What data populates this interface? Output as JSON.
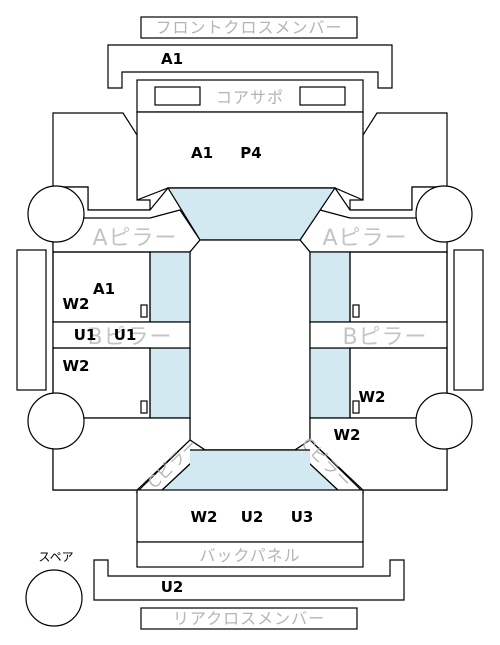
{
  "labels": {
    "front_cross_member": "フロントクロスメンバー",
    "core_support": "コアサポ",
    "a_pillar_left": "Aピラー",
    "a_pillar_right": "Aピラー",
    "b_pillar_left": "Bピラー",
    "b_pillar_right": "Bピラー",
    "back_panel": "バックパネル",
    "rear_cross_member": "リアクロスメンバー",
    "spare": "スペア",
    "c_pillar_left": "Cピラー",
    "c_pillar_right": "Cピラー"
  },
  "damage_codes": {
    "front_cross_member": "A1",
    "core_support_1": "A1",
    "core_support_2": "P4",
    "left_door_a1": "A1",
    "left_door_w2_upper": "W2",
    "left_b_pillar_u1_a": "U1",
    "left_b_pillar_u1_b": "U1",
    "left_door_w2_lower": "W2",
    "right_door_w2": "W2",
    "right_rear_w2": "W2",
    "back_panel_w2": "W2",
    "back_panel_u2": "U2",
    "back_panel_u3": "U3",
    "rear_cross_member": "U2"
  },
  "colors": {
    "glass": "#d2e9f1",
    "outline": "#000000",
    "label_gray": "#b4b4b4"
  }
}
